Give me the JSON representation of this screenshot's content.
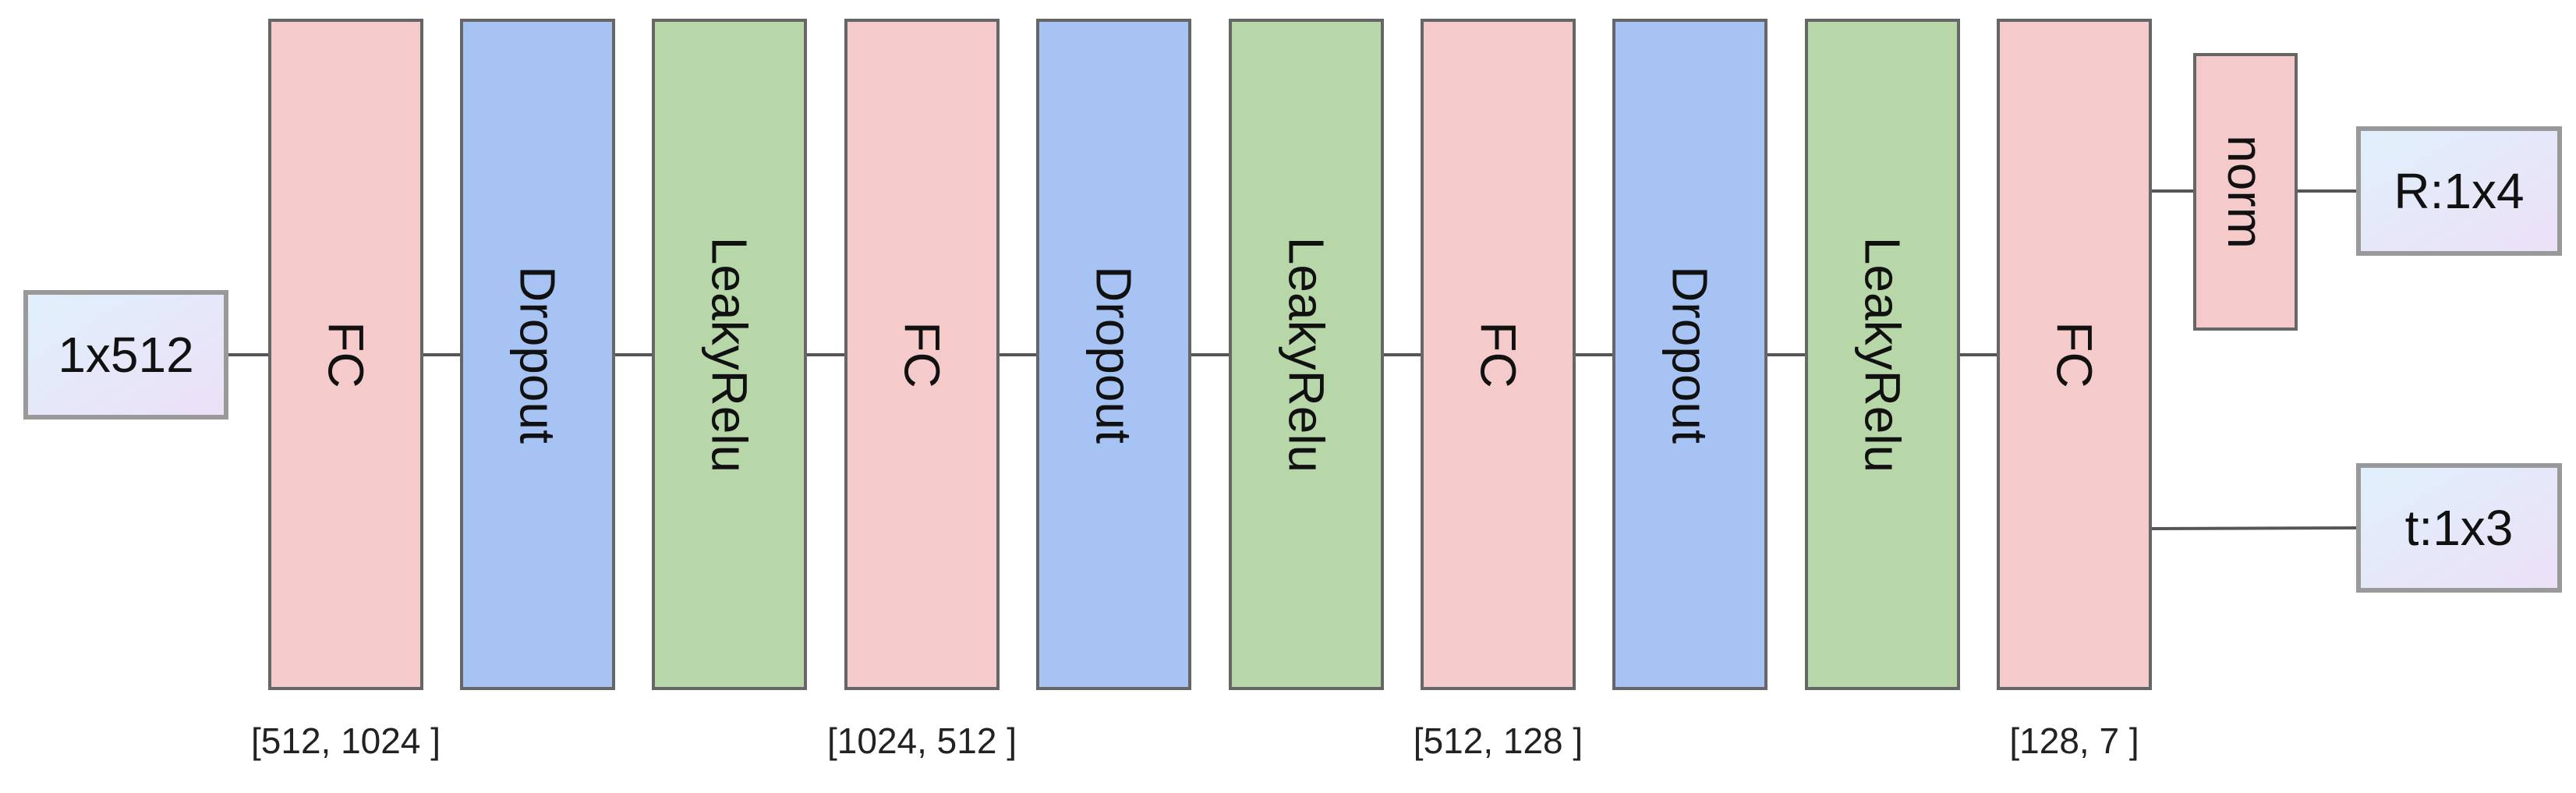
{
  "colors": {
    "fc": "#f4cacb",
    "dropout": "#a6c3f3",
    "leakyrelu": "#b7d7a8",
    "norm": "#f4cacb",
    "io_start": "#dff0fb",
    "io_end": "#ece0f7",
    "block_border": "#666666",
    "io_border": "#999999"
  },
  "input": {
    "label": "1x512"
  },
  "layers": [
    {
      "type": "fc",
      "label": "FC"
    },
    {
      "type": "dropout",
      "label": "Dropout"
    },
    {
      "type": "leakyrelu",
      "label": "LeakyRelu"
    },
    {
      "type": "fc",
      "label": "FC"
    },
    {
      "type": "dropout",
      "label": "Dropout"
    },
    {
      "type": "leakyrelu",
      "label": "LeakyRelu"
    },
    {
      "type": "fc",
      "label": "FC"
    },
    {
      "type": "dropout",
      "label": "Dropout"
    },
    {
      "type": "leakyrelu",
      "label": "LeakyRelu"
    },
    {
      "type": "fc",
      "label": "FC"
    }
  ],
  "dims": [
    "[512, 1024 ]",
    "[1024, 512 ]",
    "[512, 128 ]",
    "[128, 7 ]"
  ],
  "norm": {
    "label": "norm"
  },
  "outputs": [
    {
      "label": "R:1x4"
    },
    {
      "label": "t:1x3"
    }
  ]
}
